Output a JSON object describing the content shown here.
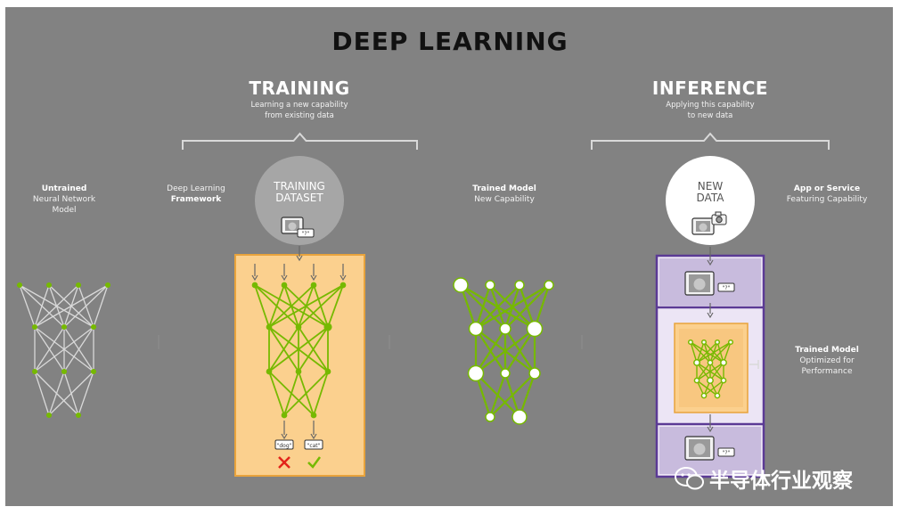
{
  "title": "DEEP LEARNING",
  "training": {
    "title": "TRAINING",
    "subtitle_line1": "Learning a new capability",
    "subtitle_line2": "from existing data"
  },
  "inference": {
    "title": "INFERENCE",
    "subtitle_line1": "Applying this capability",
    "subtitle_line2": "to new data"
  },
  "labels": {
    "untrained": [
      "Untrained",
      "Neural Network",
      "Model"
    ],
    "framework": [
      "Deep Learning",
      "Framework"
    ],
    "trained_model": [
      "Trained Model",
      "New Capability"
    ],
    "app_service": [
      "App or Service",
      "Featuring Capability"
    ],
    "trained_optimized": [
      "Trained Model",
      "Optimized for",
      "Performance"
    ]
  },
  "training_dataset": [
    "TRAINING",
    "DATASET"
  ],
  "new_data": [
    "NEW",
    "DATA"
  ],
  "outputs": {
    "dog": "\"dog\"",
    "cat": "\"cat\""
  },
  "thumb_label": "\"?\"",
  "watermark": "半导体行业观察",
  "colors": {
    "background": "#828282",
    "green": "#76b900",
    "orange_fill": "#fbd08e",
    "orange_border": "#e8a33c",
    "purple_border": "#5b3a95",
    "purple_fill": "#c8bbdd",
    "white": "#ffffff",
    "red": "#e2231a",
    "gray_links": "#d9d9d9"
  },
  "icons": [
    "camera-icon",
    "photo-icon",
    "cross-icon",
    "check-icon",
    "wechat-icon"
  ]
}
